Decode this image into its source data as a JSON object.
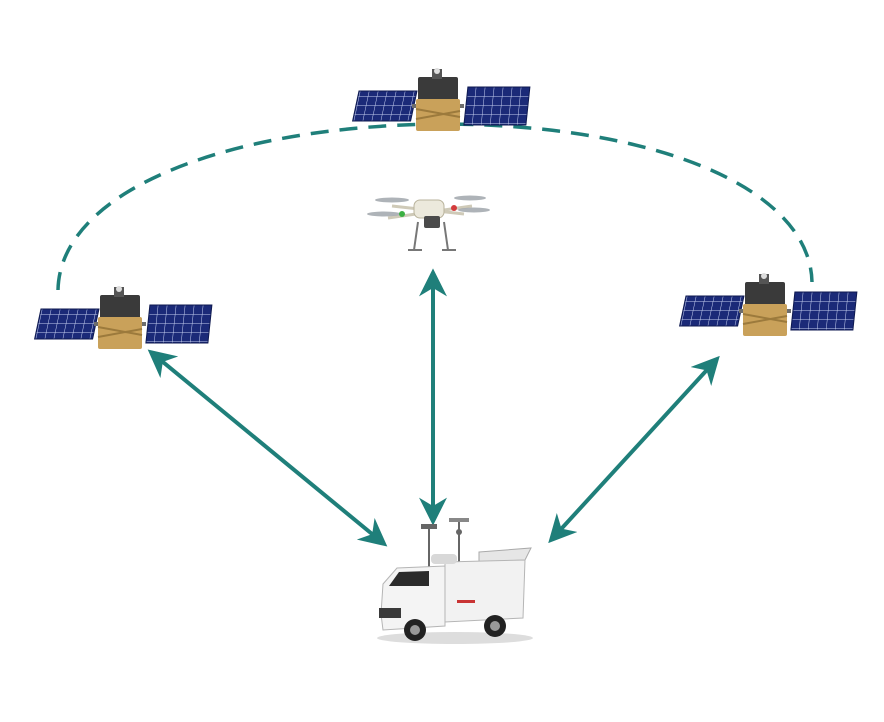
{
  "diagram": {
    "colors": {
      "link": "#1f7f7a",
      "orbit": "#1f7f7a",
      "panel": "#1b2a78",
      "panel_grid": "#c9d3f2",
      "satellite_body": "#3a3a3a",
      "satellite_foil": "#c9a15a",
      "drone_body": "#ece9dc",
      "truck_body": "#f2f2f2"
    },
    "nodes": {
      "satellite_left": {
        "icon": "satellite-icon"
      },
      "satellite_top": {
        "icon": "satellite-icon"
      },
      "satellite_right": {
        "icon": "satellite-icon"
      },
      "drone": {
        "icon": "drone-icon"
      },
      "ground_vehicle": {
        "icon": "vehicle-icon"
      }
    },
    "links": [
      {
        "from": "satellite_left",
        "to": "ground_vehicle",
        "style": "bidirectional-arrow"
      },
      {
        "from": "drone",
        "to": "ground_vehicle",
        "style": "bidirectional-arrow"
      },
      {
        "from": "satellite_right",
        "to": "ground_vehicle",
        "style": "bidirectional-arrow"
      },
      {
        "from": "satellite_left",
        "to": "satellite_right",
        "via": "satellite_top",
        "style": "dashed-arc"
      }
    ]
  }
}
